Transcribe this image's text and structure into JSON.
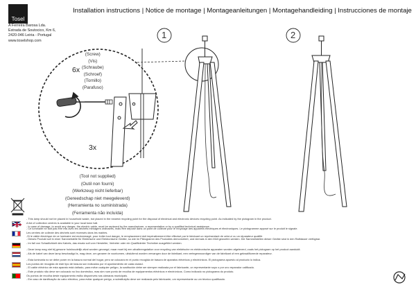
{
  "header": {
    "logo_text": "Tosel",
    "title": "Installation instructions | Notice de montage | Montageanleitungen | Montagehandleiding | Instrucciones de montaje"
  },
  "company": {
    "name": "A Ferreira Barosa Lda.",
    "street": "Estrada de Soutocico, Km 6,",
    "city": "2420-046 Leiria - Portugal",
    "web": "www.toselshop.com"
  },
  "screw_labels": [
    "(Screw)",
    "(Vis)",
    "(Schraube)",
    "(Schroef)",
    "(Tornillo)",
    "(Parafuso)"
  ],
  "quantity_screws": "6x",
  "quantity_legs": "3x",
  "tool_labels": [
    "(Tool not supplied)",
    "(Outil non fourni)",
    "(Werkzeug nicht lieferbar)",
    "(Gereedschap niet meegeleverd)",
    "(Herramienta no suministrada)",
    "(Ferramenta não incluída)"
  ],
  "steps": [
    "1",
    "2"
  ],
  "notes": {
    "en": [
      "- This lamp should not be placed in household waste, but placed in the nearest recycling point for the disposal of electrical and electronic devices recycling point. As indicated by the pictogram in the product.",
      "A list of collection centres is available in your local town hall.",
      "- In case of damage, to avoid any danger, the electric cable, must be replaced by the manufacturer, a representative or by a qualified technical assistance."
    ],
    "fr": [
      "- Ce luminaire ne doit pas être mis avec les déchets ménagers ordinaires, mais être déposé dans un point de collecte pour le recyclage des appareils électriques et électroniques. Le pictogramme apposé sur le produit le signale.",
      "Les centres de collecte des déchets sont recensés dans les mairies.",
      "-Si le câble électrique de ce luminaire est endommagé, pour éviter tout danger, le remplacement doit impérativement être effectué par le fabricant un représentant de celui-ci ou un réparateur qualifié."
    ],
    "de": [
      "- Dieses Produkt soll in einer Sammelstelle für Elektrische und Elektronische Geräte, so wie im Piktogramm des Produktes demonstriert, und niemals in den Müll geworfen werden. Die Sammelstellen dieser Geräte sind in den Rathäuser verfügbar.",
      "- Im fall von Schadlichkeit des Kabels, das ersatz soll vom Hersteller, Vertreter oder ein Qualifizierter Techniker ausgeführt werden."
    ],
    "nl": [
      "- Deze lamp mag niet bij gewone huishoudelijk afval worden gevoegd, maar moet bij een afvalbrengstation voor recycling van elektrische en elektronische apparaten worden afgeleverd, zoals het pictogram op het product aanduidt.",
      "- Als de kabel van deze lamp beschadigd is, mag deze, om gevaren te voorkomen, uitsluitend worden vervangen door de fabrikant, een vertegenwoordiger van de fabrikant of een gekwalificeerde reparateur."
    ],
    "es": [
      "- Esta luminaria no se debe poner en la basura normal del hogar, pero se colocará en el punto recogida de basura de aparatos eléctricos y electrónicos. El pictograma apuesto al producto lo indica.",
      "Los puntos de recogida de este tipo de basura son indicados por el ayuntamiento de cada ciudad.",
      "- El cable eléctrico de esta aparato está dañado, para evitar cualquier peligro, la sustitución debe ser siempre realizada por el fabricante, un representante suyo o por uno reparador calificado."
    ],
    "pt": [
      "- Este produto não deve ser colocado no lixo doméstico, mas sim num ponto de recolha de equipamentos eléctricos e electrónicos. Como indicado no pictograma do produto.",
      "Os pontos de recolha deste equipamento estão disponíveis nas câmaras municipais.",
      "- Em caso de danificação do cabo eléctrico, para evitar qualquer perigo, a substituição deve ser realizada pelo fabricante, um representante ou um técnico qualificado."
    ]
  },
  "flags": [
    {
      "name": "uk",
      "colors": [
        "#012169",
        "#ffffff",
        "#c8102e"
      ]
    },
    {
      "name": "fr",
      "colors": [
        "#002395",
        "#ffffff",
        "#ed2939"
      ]
    },
    {
      "name": "de",
      "colors": [
        "#000000",
        "#dd0000",
        "#ffce00"
      ]
    },
    {
      "name": "nl",
      "colors": [
        "#ae1c28",
        "#ffffff",
        "#21468b"
      ]
    },
    {
      "name": "es",
      "colors": [
        "#aa151b",
        "#f1bf00",
        "#aa151b"
      ]
    },
    {
      "name": "pt",
      "colors": [
        "#006600",
        "#ff0000",
        "#ff0000"
      ]
    }
  ]
}
